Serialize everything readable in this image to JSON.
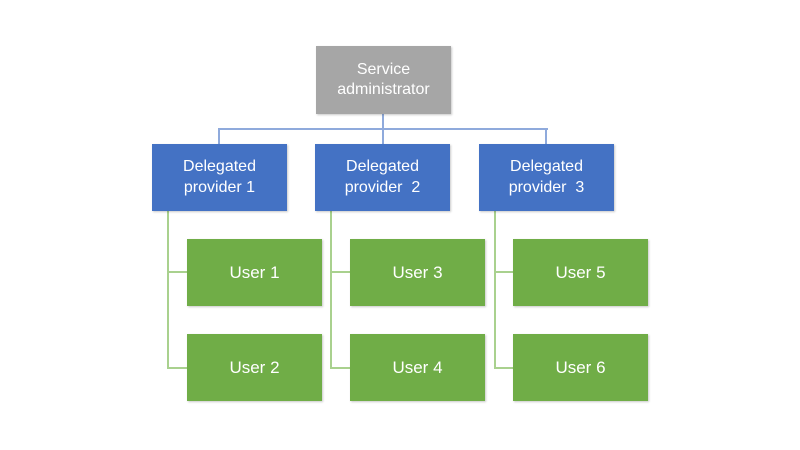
{
  "diagram": {
    "type": "org-chart",
    "root": {
      "label": "Service\nadministrator"
    },
    "providers": [
      {
        "label": "Delegated\nprovider 1",
        "users": [
          "User 1",
          "User 2"
        ]
      },
      {
        "label": "Delegated\nprovider  2",
        "users": [
          "User 3",
          "User 4"
        ]
      },
      {
        "label": "Delegated\nprovider  3",
        "users": [
          "User 5",
          "User 6"
        ]
      }
    ],
    "colors": {
      "background": "#FFFFFF",
      "root_fill": "#A6A6A6",
      "provider_fill": "#4472C4",
      "user_fill": "#70AD47",
      "tree_connector": "#8FAADC",
      "branch_connector": "#A9D18E",
      "text": "#FFFFFF"
    }
  }
}
